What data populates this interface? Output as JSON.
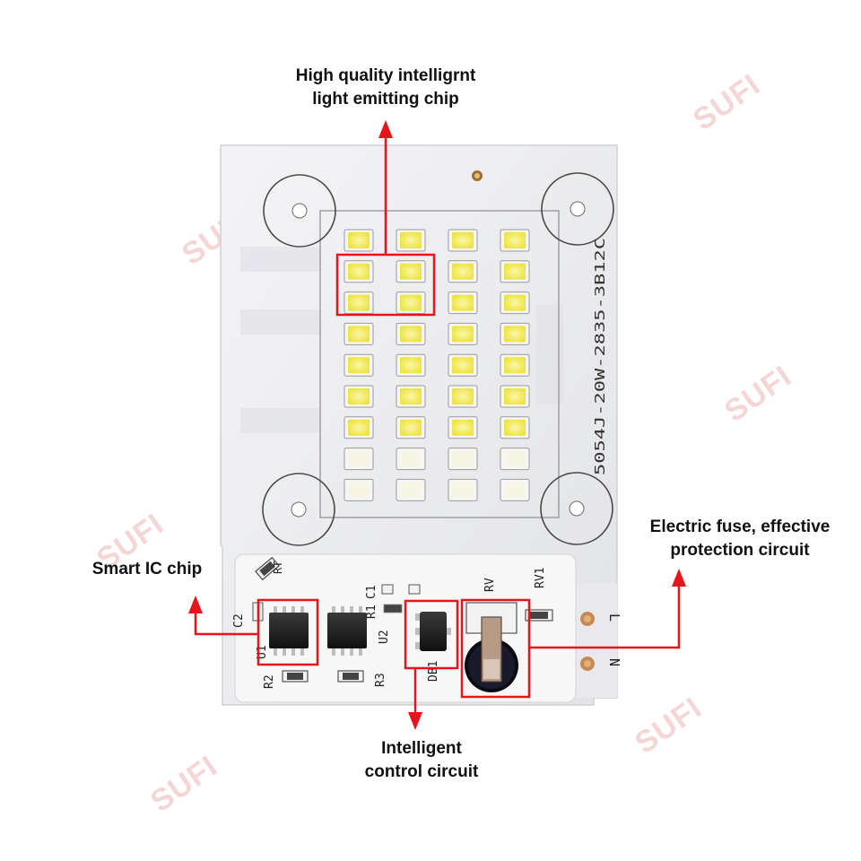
{
  "callouts": {
    "chip_line1": "High quality intelligrnt",
    "chip_line2": "light emitting chip",
    "fuse_line1": "Electric fuse, effective",
    "fuse_line2": "protection circuit",
    "ic": "Smart IC chip",
    "control_line1": "Intelligent",
    "control_line2": "control circuit"
  },
  "board": {
    "model_text": "5054J-20W-2835-3B12C",
    "silkscreen": {
      "rt": "RT",
      "c1": "C1",
      "r1": "R1",
      "u2": "U2",
      "c2": "C2",
      "u1": "U1",
      "r2": "R2",
      "r3": "R3",
      "db1": "DB1",
      "rv": "RV",
      "rv1": "RV1",
      "l": "L",
      "n": "N"
    },
    "led_grid": {
      "rows": 9,
      "cols": 4
    }
  },
  "watermark": "SUFI",
  "colors": {
    "callout_red": "#e8141b",
    "board": "#ececee",
    "led_yellow": "#f2e93a"
  }
}
